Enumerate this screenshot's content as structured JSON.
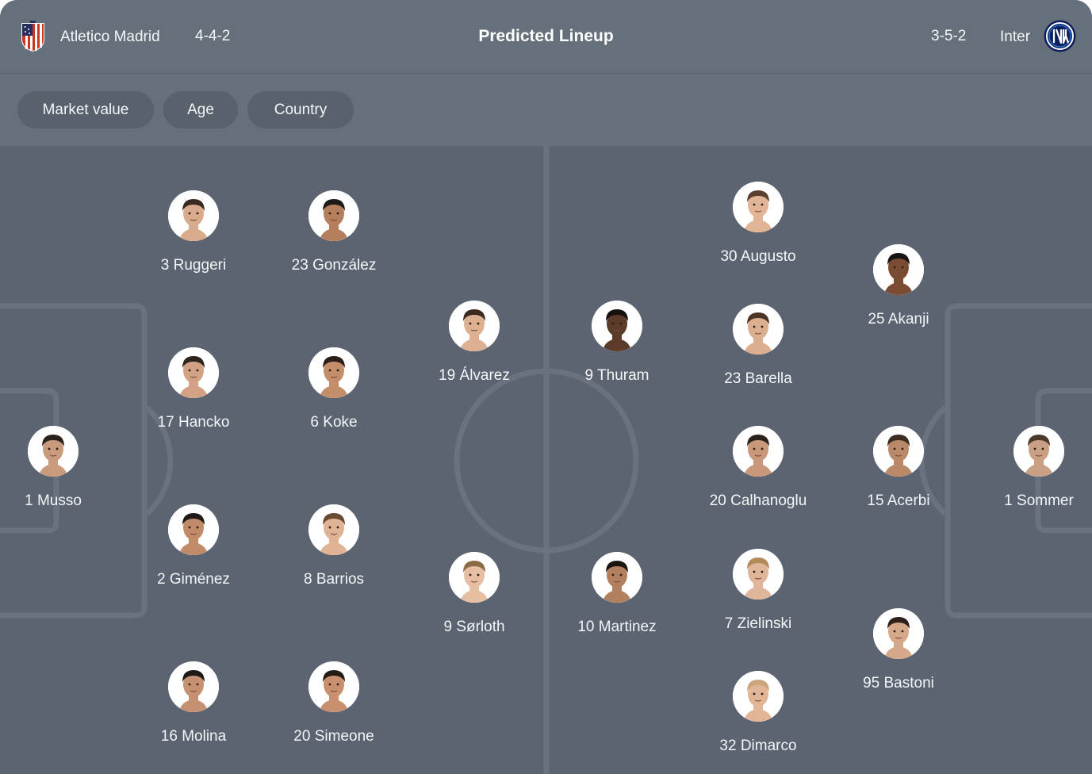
{
  "header": {
    "home_team": "Atletico Madrid",
    "home_formation": "4-4-2",
    "title": "Predicted Lineup",
    "away_formation": "3-5-2",
    "away_team": "Inter"
  },
  "filters": [
    "Market value",
    "Age",
    "Country"
  ],
  "colors": {
    "panel": "#66707b",
    "pitch": "#5b6470",
    "line": "#69727e",
    "text": "#f4f6f8",
    "atletico_red": "#cb3524",
    "atletico_blue": "#262e61",
    "inter_navy": "#0c1f5c"
  },
  "home_players": [
    {
      "label": "1 Musso",
      "skin": "#c99a7c",
      "hair": "#2a211c"
    },
    {
      "label": "3 Ruggeri",
      "skin": "#d9ab8d",
      "hair": "#3a2a20"
    },
    {
      "label": "23 González",
      "skin": "#b57f5d",
      "hair": "#1e1a18"
    },
    {
      "label": "17 Hancko",
      "skin": "#d3a284",
      "hair": "#2d241e"
    },
    {
      "label": "6 Koke",
      "skin": "#c48e6a",
      "hair": "#2a2019"
    },
    {
      "label": "2 Giménez",
      "skin": "#c18b69",
      "hair": "#211a16"
    },
    {
      "label": "8 Barrios",
      "skin": "#e0b394",
      "hair": "#6a4a33"
    },
    {
      "label": "16 Molina",
      "skin": "#c69173",
      "hair": "#1f1915"
    },
    {
      "label": "20 Simeone",
      "skin": "#c8906e",
      "hair": "#241c17"
    },
    {
      "label": "19 Álvarez",
      "skin": "#ddb092",
      "hair": "#3b2a1f"
    },
    {
      "label": "9 Sørloth",
      "skin": "#e6bea2",
      "hair": "#8c6a47"
    }
  ],
  "away_players": [
    {
      "label": "1 Sommer",
      "skin": "#caa084",
      "hair": "#4a3a2c"
    },
    {
      "label": "25 Akanji",
      "skin": "#7a4d33",
      "hair": "#1a1412"
    },
    {
      "label": "15 Acerbi",
      "skin": "#b9896a",
      "hair": "#3b2d22"
    },
    {
      "label": "95 Bastoni",
      "skin": "#d6a88a",
      "hair": "#2b211a"
    },
    {
      "label": "30 Augusto",
      "skin": "#e1b496",
      "hair": "#5a4030"
    },
    {
      "label": "23 Barella",
      "skin": "#dcae90",
      "hair": "#4a3424"
    },
    {
      "label": "20 Calhanoglu",
      "skin": "#c9977a",
      "hair": "#2a211b"
    },
    {
      "label": "7 Zielinski",
      "skin": "#e0b69a",
      "hair": "#b58a5a"
    },
    {
      "label": "32 Dimarco",
      "skin": "#e2b597",
      "hair": "#caa67a"
    },
    {
      "label": "9 Thuram",
      "skin": "#5b3b29",
      "hair": "#17110e"
    },
    {
      "label": "10 Martinez",
      "skin": "#b27f5f",
      "hair": "#1c1612"
    }
  ]
}
